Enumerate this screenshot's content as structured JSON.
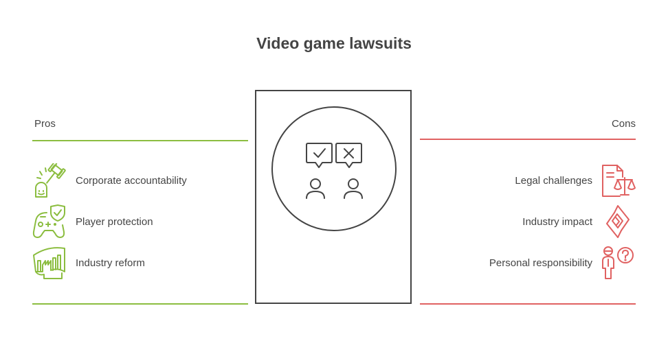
{
  "title": "Video game lawsuits",
  "pros": {
    "heading": "Pros",
    "color": "#8bbd3f",
    "items": [
      {
        "label": "Corporate accountability",
        "icon": "gavel-icon"
      },
      {
        "label": "Player protection",
        "icon": "gamepad-shield-icon"
      },
      {
        "label": "Industry reform",
        "icon": "factory-icon"
      }
    ]
  },
  "cons": {
    "heading": "Cons",
    "color": "#e06161",
    "items": [
      {
        "label": "Legal challenges",
        "icon": "legal-document-icon"
      },
      {
        "label": "Industry impact",
        "icon": "impact-diamond-icon"
      },
      {
        "label": "Personal responsibility",
        "icon": "person-question-icon"
      }
    ]
  },
  "center": {
    "icon": "pros-cons-people-icon",
    "border_color": "#444444"
  }
}
